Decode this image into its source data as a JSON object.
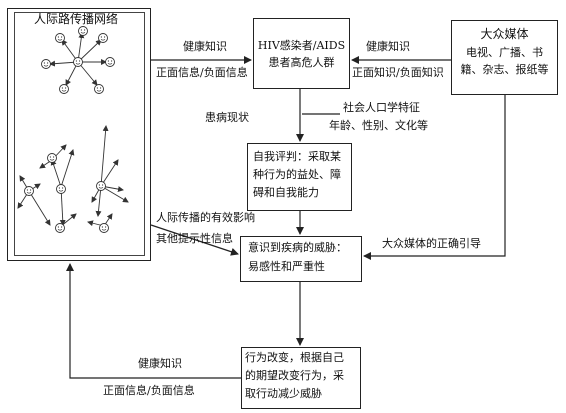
{
  "network": {
    "title": "人际路传播网络"
  },
  "nodes": {
    "hiv": [
      "HIV感染者/AIDS",
      "患者高危人群"
    ],
    "media": [
      "大众媒体",
      "电视、广播、书",
      "籍、杂志、报纸等"
    ],
    "self_eval": [
      "自我评判：采取某",
      "种行为的益处、障",
      "碍和自我能力"
    ],
    "threat": [
      "意识到疾病的威胁：",
      "易感性和严重性"
    ],
    "behavior": [
      "行为改变，根据自己",
      "的期望改变行为，采",
      "取行动减少威胁"
    ]
  },
  "edges": {
    "net_to_hiv_top": "健康知识",
    "net_to_hiv_bottom": "正面信息/负面信息",
    "media_to_hiv_top": "健康知识",
    "media_to_hiv_bottom": "正面知识/负面知识",
    "disease_status": "患病现状",
    "social_demo_1": "社会人口学特征",
    "social_demo_2": "年龄、性别、文化等",
    "interpersonal_effect": "人际传播的有效影响",
    "other_cues": "其他提示性信息",
    "media_guidance": "大众媒体的正确引导",
    "behavior_to_net_top": "健康知识",
    "behavior_to_net_bottom": "正面信息/负面信息"
  }
}
